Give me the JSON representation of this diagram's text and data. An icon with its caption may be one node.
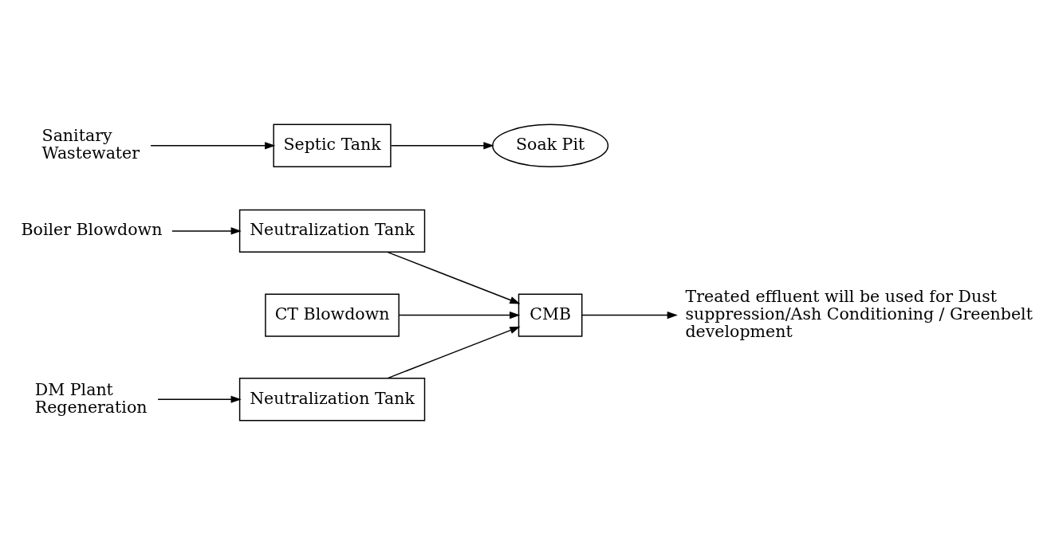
{
  "diagram": {
    "nodes": [
      {
        "text": [
          "Boiler Blowdown"
        ]
      },
      {
        "text": [
          "Neutralization Tank"
        ]
      },
      {
        "text": [
          "CT Blowdown"
        ]
      },
      {
        "text": [
          "DM Plant Regeneration"
        ]
      },
      {
        "text": [
          "Neutralization Tank"
        ]
      },
      {
        "text": [
          "CMB"
        ]
      },
      {
        "text": [
          "Treated effluent will be used for Dust suppression/Ash Conditioning / Greenbelt development"
        ]
      },
      {
        "text": [
          "Sanitary Wastewater"
        ]
      },
      {
        "text": [
          "Septic Tank"
        ]
      },
      {
        "text": [
          "Soak Pit"
        ]
      }
    ],
    "edges": [
      {
        "from": 0,
        "to": 1,
        "arrow": "to"
      },
      {
        "from": 1,
        "to": 5,
        "arrow": "to"
      },
      {
        "from": 2,
        "to": 5,
        "arrow": "to"
      },
      {
        "from": 3,
        "to": 4,
        "arrow": "to"
      },
      {
        "from": 4,
        "to": 5,
        "arrow": "to"
      },
      {
        "from": 5,
        "to": 6,
        "arrow": "to"
      },
      {
        "from": 7,
        "to": 8,
        "arrow": "to"
      },
      {
        "from": 8,
        "to": 9,
        "arrow": "to"
      }
    ]
  }
}
